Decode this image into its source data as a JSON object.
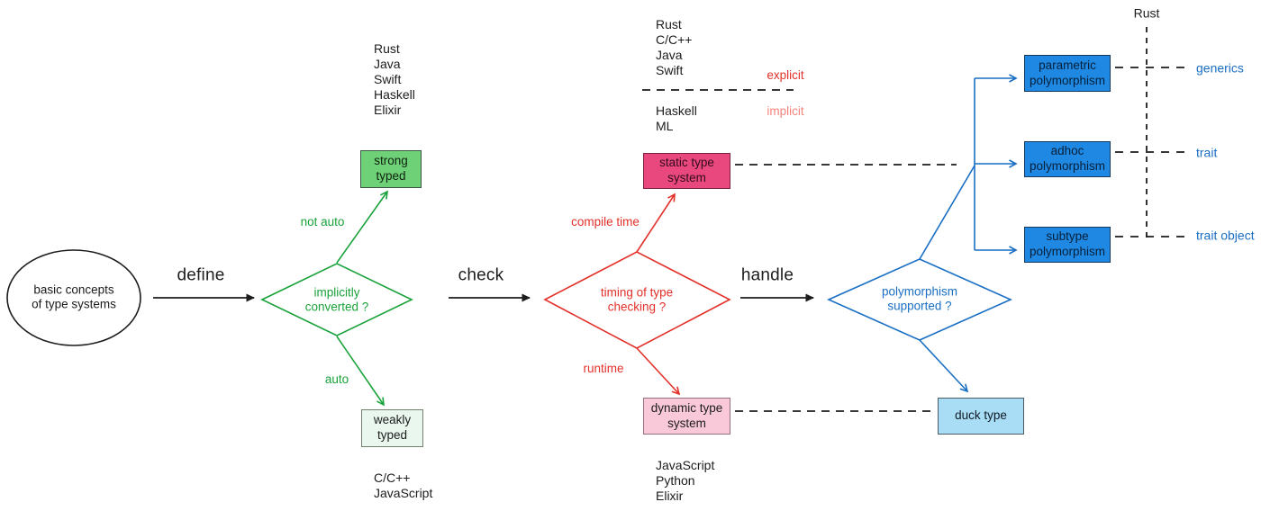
{
  "start": {
    "label": [
      "basic concepts",
      "of type systems"
    ]
  },
  "edges": {
    "define": "define",
    "check": "check",
    "handle": "handle"
  },
  "green": {
    "diamond": [
      "implicitly",
      "converted ?"
    ],
    "branch_top": "not auto",
    "branch_bottom": "auto",
    "strong_box": [
      "strong",
      "typed"
    ],
    "weak_box": [
      "weakly",
      "typed"
    ],
    "strong_langs": [
      "Rust",
      "Java",
      "Swift",
      "Haskell",
      "Elixir"
    ],
    "weak_langs": [
      "C/C++",
      "JavaScript"
    ]
  },
  "red": {
    "diamond": [
      "timing of type",
      "checking ?"
    ],
    "branch_top": "compile time",
    "branch_bottom": "runtime",
    "static_box": [
      "static type",
      "system"
    ],
    "dynamic_box": [
      "dynamic type",
      "system"
    ],
    "explicit_langs": [
      "Rust",
      "C/C++",
      "Java",
      "Swift"
    ],
    "explicit_label": "explicit",
    "implicit_langs": [
      "Haskell",
      "ML"
    ],
    "implicit_label": "implicit",
    "dynamic_langs": [
      "JavaScript",
      "Python",
      "Elixir"
    ]
  },
  "blue": {
    "diamond": [
      "polymorphism",
      "supported ?"
    ],
    "parametric_box": [
      "parametric",
      "polymorphism"
    ],
    "adhoc_box": [
      "adhoc",
      "polymorphism"
    ],
    "subtype_box": [
      "subtype",
      "polymorphism"
    ],
    "duck_box": "duck type",
    "rust_header": "Rust",
    "generics_label": "generics",
    "trait_label": "trait",
    "trait_object_label": "trait object"
  },
  "colors": {
    "line_black": "#1c1c1c",
    "green": "#1aa23b",
    "red": "#e3302a",
    "salmon": "#f4837c",
    "blue": "#1a6fc4",
    "strong_fill": "#6ed077",
    "weak_fill": "#eaf7ee",
    "static_fill": "#e8487e",
    "dynamic_fill": "#f9c9da",
    "blue_box_fill": "#1e88e2",
    "duck_fill": "#a9ddf6"
  }
}
